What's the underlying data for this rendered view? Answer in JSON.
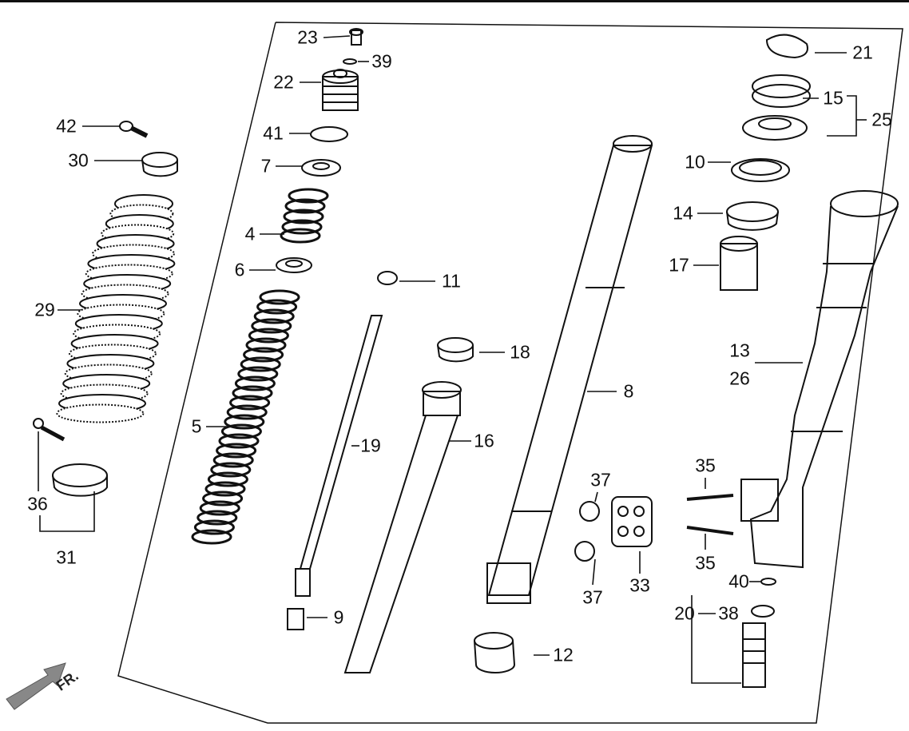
{
  "diagram": {
    "title_marker": "FR.",
    "callouts": [
      {
        "id": "c23",
        "text": "23"
      },
      {
        "id": "c39",
        "text": "39"
      },
      {
        "id": "c22",
        "text": "22"
      },
      {
        "id": "c41",
        "text": "41"
      },
      {
        "id": "c7",
        "text": "7"
      },
      {
        "id": "c4",
        "text": "4"
      },
      {
        "id": "c6",
        "text": "6"
      },
      {
        "id": "c5",
        "text": "5"
      },
      {
        "id": "c11",
        "text": "11"
      },
      {
        "id": "c19",
        "text": "19"
      },
      {
        "id": "c9",
        "text": "9"
      },
      {
        "id": "c18",
        "text": "18"
      },
      {
        "id": "c16",
        "text": "16"
      },
      {
        "id": "c8",
        "text": "8"
      },
      {
        "id": "c12",
        "text": "12"
      },
      {
        "id": "c21",
        "text": "21"
      },
      {
        "id": "c15",
        "text": "15"
      },
      {
        "id": "c25",
        "text": "25"
      },
      {
        "id": "c10",
        "text": "10"
      },
      {
        "id": "c14",
        "text": "14"
      },
      {
        "id": "c17",
        "text": "17"
      },
      {
        "id": "c13",
        "text": "13"
      },
      {
        "id": "c26",
        "text": "26"
      },
      {
        "id": "c35a",
        "text": "35"
      },
      {
        "id": "c35b",
        "text": "35"
      },
      {
        "id": "c37a",
        "text": "37"
      },
      {
        "id": "c37b",
        "text": "37"
      },
      {
        "id": "c33",
        "text": "33"
      },
      {
        "id": "c40",
        "text": "40"
      },
      {
        "id": "c20",
        "text": "20"
      },
      {
        "id": "c38",
        "text": "38"
      },
      {
        "id": "c42",
        "text": "42"
      },
      {
        "id": "c30",
        "text": "30"
      },
      {
        "id": "c29",
        "text": "29"
      },
      {
        "id": "c36",
        "text": "36"
      },
      {
        "id": "c31",
        "text": "31"
      }
    ]
  }
}
